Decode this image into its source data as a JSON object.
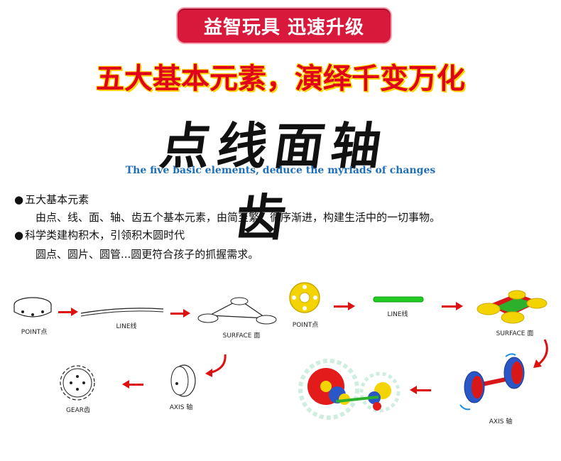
{
  "banner": {
    "text": "益智玩具 迅速升级"
  },
  "headline": "五大基本元素，演绎千变万化",
  "calligraphy": "点线面轴齿",
  "subtitle": "The five basic elements, deduce the myriads of changes",
  "description": {
    "bullet1_title": "五大基本元素",
    "bullet1_body": "由点、线、面、轴、齿五个基本元素，由简至繁，循序渐进，构建生活中的一切事物。",
    "bullet2_title": "科学类建构积木，引领积木圆时代",
    "bullet2_body": "圆点、圆片、圆管...圆更符合孩子的抓握需求。"
  },
  "diagram_left": {
    "point": "POINT点",
    "line": "LINE线",
    "surface": "SURFACE 面",
    "axis": "AXIS 轴",
    "gear": "GEAR齿"
  },
  "diagram_right": {
    "point": "POINT点",
    "line": "LINE线",
    "surface": "SURFACE 面",
    "axis": "AXIS 轴"
  },
  "colors": {
    "accent_red": "#e1001c",
    "banner_red": "#d8193b",
    "subtitle_blue": "#1f70b8"
  }
}
